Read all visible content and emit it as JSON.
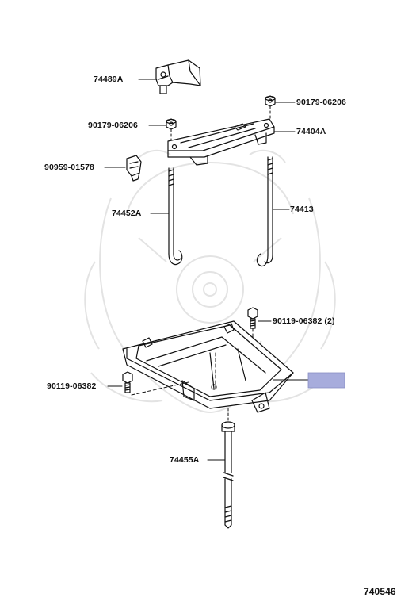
{
  "parts": [
    {
      "id": "p1",
      "label": "74489A"
    },
    {
      "id": "p2",
      "label": "90179-06206"
    },
    {
      "id": "p3",
      "label": "90179-06206"
    },
    {
      "id": "p4",
      "label": "74404A"
    },
    {
      "id": "p5",
      "label": "90959-01578"
    },
    {
      "id": "p6",
      "label": "74452A"
    },
    {
      "id": "p7",
      "label": "74413"
    },
    {
      "id": "p8",
      "label": "90119-06382 (2)"
    },
    {
      "id": "p9",
      "label": "90119-06382"
    },
    {
      "id": "p10",
      "label": "74455A"
    }
  ],
  "highlight_color": "#a7acdc",
  "line_color": "#111111",
  "watermark_color": "#e3e3e3",
  "diagram_id": "740546"
}
